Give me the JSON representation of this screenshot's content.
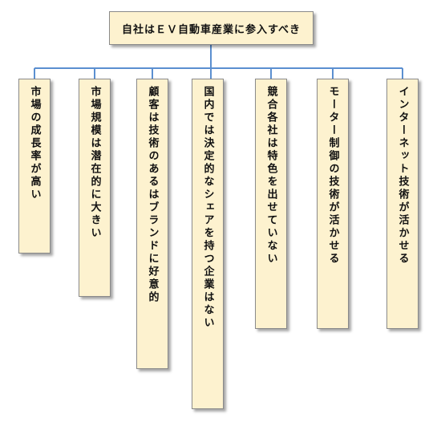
{
  "root": {
    "text": "自社はＥＶ自動車産業に参入すべき"
  },
  "children": [
    {
      "text": "市場の成長率が高い"
    },
    {
      "text": "市場規模は潜在的に大きい"
    },
    {
      "text": "顧客は技術のあるはブランドに好意的"
    },
    {
      "text": "国内では決定的なシェアを持つ企業はない"
    },
    {
      "text": "競合各社は特色を出せていない"
    },
    {
      "text": "モーター制御の技術が活かせる"
    },
    {
      "text": "インターネット技術が活かせる"
    }
  ],
  "colors": {
    "box_fill": "#fdf2cf",
    "connector": "#5b8fd0",
    "border": "#8a8a8a"
  }
}
